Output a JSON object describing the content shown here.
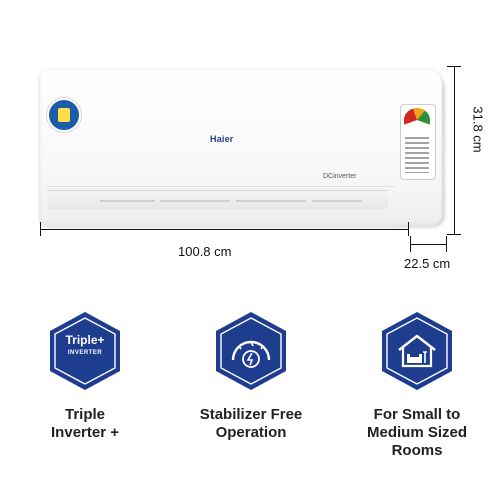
{
  "product": {
    "brand_logo": "Haier",
    "model_label": "DCinverter"
  },
  "dimensions": {
    "width": "100.8 cm",
    "depth": "22.5 cm",
    "height": "31.8 cm"
  },
  "features": [
    {
      "icon": "triple-inverter-icon",
      "badge_line1": "Triple+",
      "badge_line2": "INVERTER",
      "label_line1": "Triple",
      "label_line2": "Inverter +",
      "label_line3": ""
    },
    {
      "icon": "stabilizer-free-icon",
      "label_line1": "Stabilizer Free",
      "label_line2": "Operation",
      "label_line3": ""
    },
    {
      "icon": "room-size-icon",
      "label_line1": "For Small to",
      "label_line2": "Medium Sized",
      "label_line3": "Rooms"
    }
  ],
  "colors": {
    "badge_fill": "#1f3d8f",
    "badge_border": "#1f3d8f",
    "badge_inner_border": "#ffffff"
  }
}
